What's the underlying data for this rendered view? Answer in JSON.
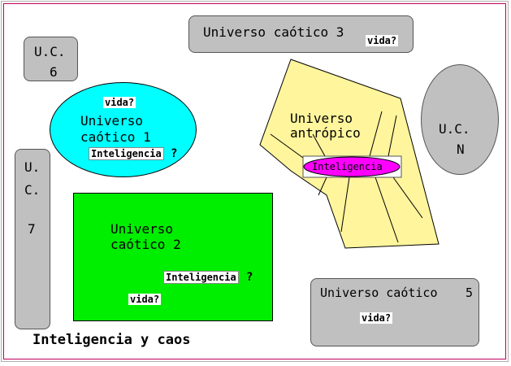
{
  "diagram": {
    "title": "Inteligencia y caos",
    "uc3": {
      "label": "Universo caótico 3",
      "tag": "vida?"
    },
    "uc6": {
      "line1": "U.C.",
      "line2": "6"
    },
    "uc1": {
      "line1": "Universo",
      "line2": "caótico 1",
      "tag_vida": "vida?",
      "tag_int": "Inteligencia",
      "tag_q": "?"
    },
    "antropico": {
      "line1": "Universo",
      "line2": "antrópico",
      "tag_int": "Inteligencia"
    },
    "ucn": {
      "line1": "U.C.",
      "line2": "N"
    },
    "uc7": {
      "line1": "U.",
      "line2": "C.",
      "line3": "7"
    },
    "uc2": {
      "line1": "Universo",
      "line2": "caótico 2",
      "tag_int": "Inteligencia",
      "tag_q": "?",
      "tag_vida": "vida?"
    },
    "uc5": {
      "label": "Universo caótico",
      "num": "5",
      "tag": "vida?"
    },
    "colors": {
      "gray": "#c0c0c0",
      "cyan": "#00ffff",
      "green": "#00ee00",
      "yellow": "#fff59d",
      "magenta": "#ff00ff",
      "border": "#c0005a"
    }
  }
}
